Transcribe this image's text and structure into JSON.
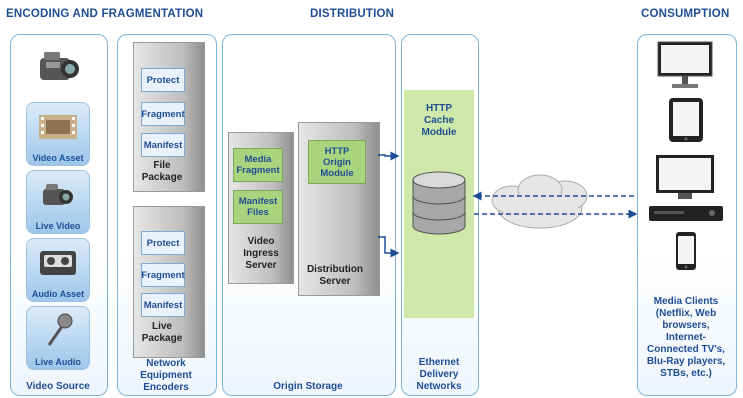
{
  "headers": {
    "encoding": "ENCODING AND FRAGMENTATION",
    "distribution": "DISTRIBUTION",
    "consumption": "CONSUMPTION"
  },
  "sources": {
    "items": [
      "Video Asset",
      "Live Video",
      "Audio Asset",
      "Live Audio"
    ],
    "caption": "Video Source"
  },
  "encoders": {
    "file_blocks": [
      "Protect",
      "Fragment",
      "Manifest"
    ],
    "file_package": "File\nPackage",
    "live_blocks": [
      "Protect",
      "Fragment",
      "Manifest"
    ],
    "live_package": "Live\nPackage",
    "caption": "Network\nEquipment\nEncoders"
  },
  "origin": {
    "media_fragment": "Media\nFragment",
    "manifest_files": "Manifest\nFiles",
    "ingress_server": "Video\nIngress\nServer",
    "http_origin_module": "HTTP\nOrigin\nModule",
    "distribution_server": "Distribution\nServer",
    "caption": "Origin Storage"
  },
  "cdn": {
    "cache_module": "HTTP\nCache\nModule",
    "caption": "Ethernet\nDelivery\nNetworks"
  },
  "clients": {
    "caption": "Media Clients\n(Netflix, Web\nbrowsers,\nInternet-\nConnected TV's,\nBlu-Ray players,\nSTBs, etc.)"
  },
  "colors": {
    "title_blue": "#1f4e96",
    "panel_border": "#7fb3d8",
    "module_green": "#a9d37d",
    "arrow_blue": "#1f4e96"
  }
}
